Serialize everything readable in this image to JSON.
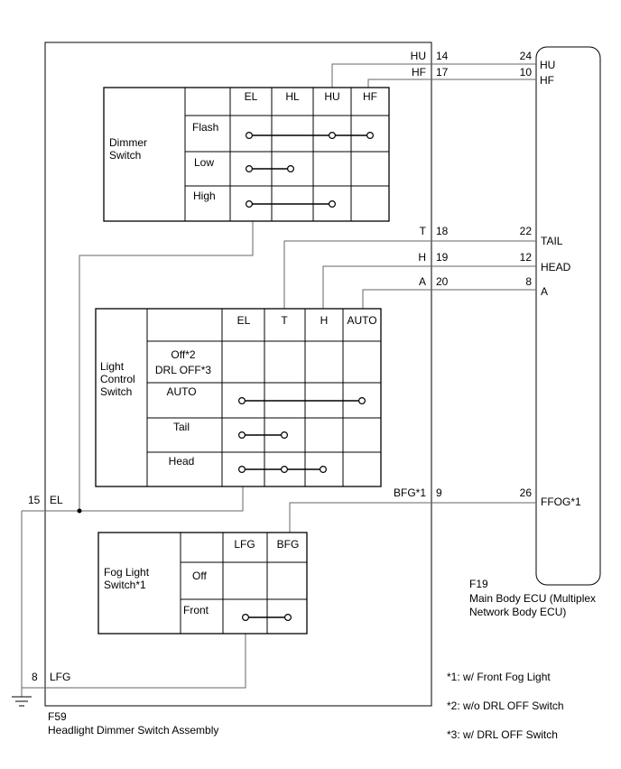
{
  "assembly": {
    "connector": "F59",
    "name": "Headlight Dimmer Switch Assembly"
  },
  "ecu": {
    "connector": "F19",
    "name_line1": "Main Body ECU (Multiplex",
    "name_line2": "Network Body ECU)"
  },
  "dimmer_switch": {
    "label_line1": "Dimmer",
    "label_line2": "Switch",
    "columns": [
      "EL",
      "HL",
      "HU",
      "HF"
    ],
    "rows": [
      "Flash",
      "Low",
      "High"
    ]
  },
  "light_control_switch": {
    "label_line1": "Light",
    "label_line2": "Control",
    "label_line3": "Switch",
    "columns": [
      "EL",
      "T",
      "H",
      "AUTO"
    ],
    "rows": [
      "Off*2",
      "DRL OFF*3",
      "AUTO",
      "Tail",
      "Head"
    ]
  },
  "fog_light_switch": {
    "label_line1": "Fog Light",
    "label_line2": "Switch*1",
    "columns": [
      "LFG",
      "BFG"
    ],
    "rows": [
      "Off",
      "Front"
    ]
  },
  "wires": [
    {
      "signal": "HU",
      "pin_left": "14",
      "pin_right": "24",
      "ecu_label": "HU"
    },
    {
      "signal": "HF",
      "pin_left": "17",
      "pin_right": "10",
      "ecu_label": "HF"
    },
    {
      "signal": "T",
      "pin_left": "18",
      "pin_right": "22",
      "ecu_label": "TAIL"
    },
    {
      "signal": "H",
      "pin_left": "19",
      "pin_right": "12",
      "ecu_label": "HEAD"
    },
    {
      "signal": "A",
      "pin_left": "20",
      "pin_right": "8",
      "ecu_label": "A"
    },
    {
      "signal": "BFG*1",
      "pin_left": "9",
      "pin_right": "26",
      "ecu_label": "FFOG*1"
    }
  ],
  "ground_pins": [
    {
      "pin": "15",
      "label": "EL"
    },
    {
      "pin": "8",
      "label": "LFG"
    }
  ],
  "footnotes": [
    "*1: w/ Front Fog Light",
    "*2: w/o DRL OFF Switch",
    "*3: w/ DRL OFF Switch"
  ]
}
